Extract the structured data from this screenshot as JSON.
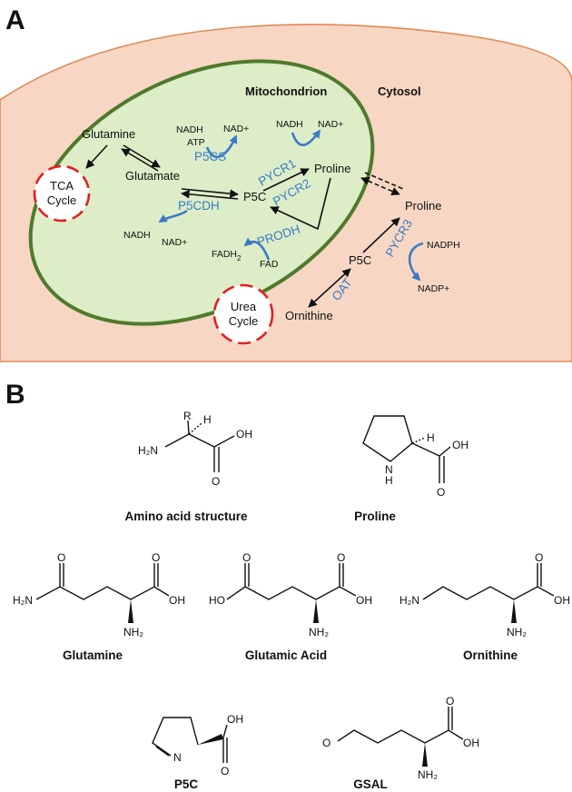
{
  "panel_a": {
    "panel_label": "A",
    "regions": {
      "mitochondrion": "Mitochondrion",
      "cytosol": "Cytosol"
    },
    "cycles": {
      "tca_line1": "TCA",
      "tca_line2": "Cycle",
      "urea_line1": "Urea",
      "urea_line2": "Cycle"
    },
    "metabolites": {
      "glutamine": "Glutamine",
      "glutamate": "Glutamate",
      "p5c_mito": "P5C",
      "proline_mito": "Proline",
      "proline_cyto": "Proline",
      "p5c_cyto": "P5C",
      "ornithine": "Ornithine"
    },
    "cofactors": {
      "nadh_p5cs": "NADH",
      "atp_p5cs": "ATP",
      "nadplus_p5cs": "NAD+",
      "nadh_pycr1": "NADH",
      "nadplus_pycr1": "NAD+",
      "nadh_p5cdh": "NADH",
      "nadplus_p5cdh": "NAD+",
      "fadh2_base": "FADH",
      "fadh2_sub": "2",
      "fad_prodh": "FAD",
      "nadph_pycr3": "NADPH",
      "nadpplus_pycr3": "NADP+"
    },
    "enzymes": {
      "p5cs": "P5CS",
      "p5cdh": "P5CDH",
      "pycr1": "PYCR1",
      "pycr2": "PYCR2",
      "prodh": "PRODH",
      "pycr3": "PYCR3",
      "oat": "OAT"
    },
    "colors": {
      "cytosol_fill": "#f7d7c4",
      "cytosol_border": "#e08a55",
      "mito_fill": "#dcedc8",
      "mito_border": "#4f7a2c",
      "enzyme_blue": "#3a7ac6",
      "cycle_red": "#e02020"
    }
  },
  "panel_b": {
    "panel_label": "B",
    "captions": {
      "amino_acid": "Amino acid structure",
      "proline": "Proline",
      "glutamine": "Glutamine",
      "glutamic_acid": "Glutamic Acid",
      "ornithine": "Ornithine",
      "p5c": "P5C",
      "gsal": "GSAL"
    },
    "atoms": {
      "r": "R",
      "h": "H",
      "h2n": "H₂N",
      "oh": "OH",
      "o": "O",
      "n_h": "N",
      "nh_h": "H",
      "nh2": "NH₂",
      "ho": "HO",
      "n": "N"
    }
  }
}
